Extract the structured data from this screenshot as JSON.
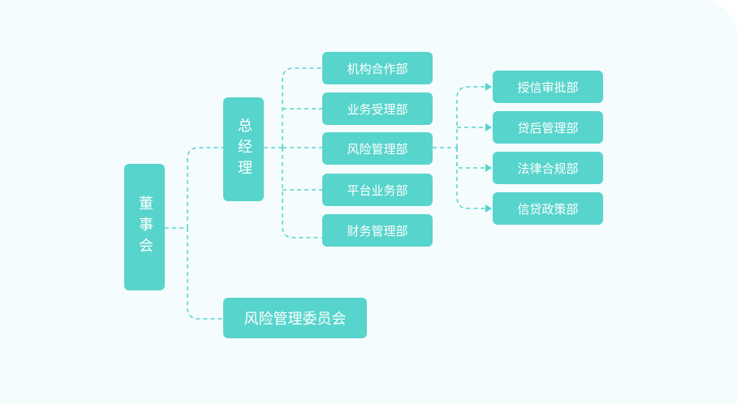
{
  "board": {
    "label": "董事会"
  },
  "gm": {
    "label": "总经理"
  },
  "committee": {
    "label": "风险管理委员会"
  },
  "departments": [
    {
      "label": "机构合作部"
    },
    {
      "label": "业务受理部"
    },
    {
      "label": "风险管理部"
    },
    {
      "label": "平台业务部"
    },
    {
      "label": "财务管理部"
    }
  ],
  "risk_subdepartments": [
    {
      "label": "授信审批部"
    },
    {
      "label": "贷后管理部"
    },
    {
      "label": "法律合规部"
    },
    {
      "label": "信贷政策部"
    }
  ],
  "colors": {
    "node_fill": "#57d4cc",
    "connector": "#57d4cc",
    "background": "#f4fcfd",
    "text": "#ffffff"
  }
}
